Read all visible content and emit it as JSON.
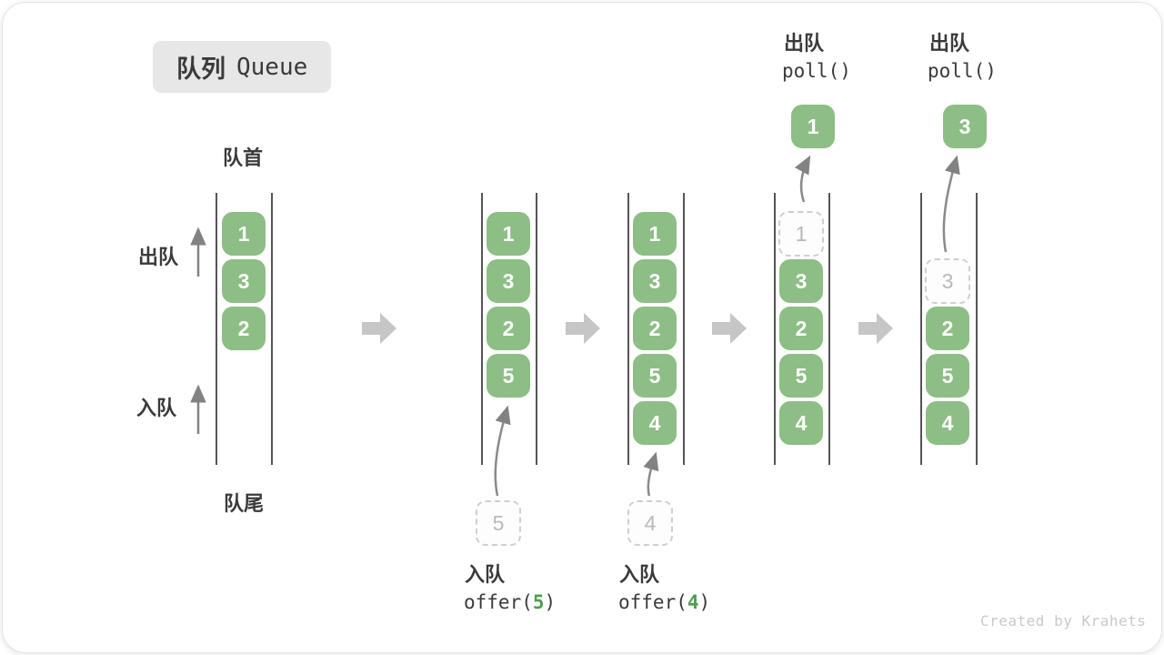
{
  "title": {
    "zh": "队列",
    "en": "Queue"
  },
  "labels": {
    "front": "队首",
    "rear": "队尾",
    "dequeue_side": "出队",
    "enqueue_side": "入队"
  },
  "steps": {
    "s1": {
      "items": [
        "1",
        "3",
        "2"
      ]
    },
    "s2": {
      "items": [
        "1",
        "3",
        "2",
        "5"
      ],
      "incoming": "5",
      "action": "入队",
      "code_fn": "offer(",
      "code_arg": "5",
      "code_close": ")"
    },
    "s3": {
      "items": [
        "1",
        "3",
        "2",
        "5",
        "4"
      ],
      "incoming": "4",
      "action": "入队",
      "code_fn": "offer(",
      "code_arg": "4",
      "code_close": ")"
    },
    "s4": {
      "removed": "1",
      "items": [
        "3",
        "2",
        "5",
        "4"
      ],
      "polled": "1",
      "action": "出队",
      "code": "poll()"
    },
    "s5": {
      "removed": "3",
      "items": [
        "2",
        "5",
        "4"
      ],
      "polled": "3",
      "action": "出队",
      "code": "poll()"
    }
  },
  "watermark": "Created by Krahets",
  "colors": {
    "box_green": "#8DBE85",
    "code_arg_green": "#4E9E4E",
    "block_arrow_gray": "#C6C6C6",
    "thin_arrow_gray": "#828282",
    "column_line": "#555555",
    "label_dark": "#3A3A3A",
    "dashed_border": "#CFCFCF",
    "dashed_text": "#B9B9B9",
    "title_bg": "#E7E7E7",
    "watermark_gray": "#C9C9C9"
  }
}
